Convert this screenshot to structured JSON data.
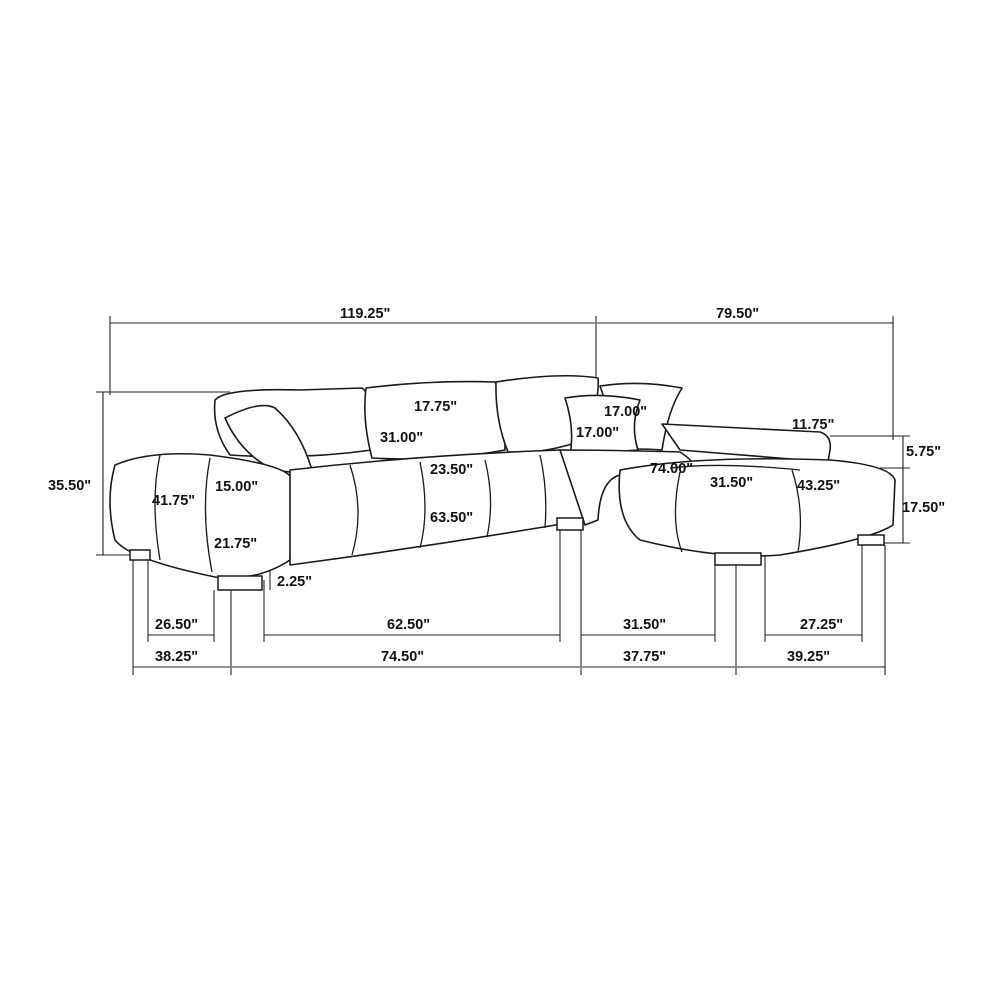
{
  "title": "Sectional sofa dimension diagram",
  "labels": {
    "overall_width": "119.25\"",
    "chaise_length": "79.50\"",
    "overall_height": "35.50\"",
    "back_cushion_height": "17.75\"",
    "back_cushion_width": "31.00\"",
    "pillow_height": "17.00\"",
    "pillow_width": "17.00\"",
    "arm_height_small": "11.75\"",
    "arm_offset": "5.75\"",
    "seat_depth": "23.50\"",
    "chaise_seat_length": "74.00\"",
    "chaise_seat_width": "31.50\"",
    "chaise_depth": "43.25\"",
    "arm_depth": "41.75\"",
    "arm_width": "15.00\"",
    "seat_height": "17.50\"",
    "seat_width": "63.50\"",
    "arm_height": "21.75\"",
    "leg_height": "2.25\"",
    "leg_span_arm": "26.50\"",
    "leg_span_main": "62.50\"",
    "leg_span_chaise": "31.50\"",
    "leg_span_chaise_end": "27.25\"",
    "arm_module_width": "38.25\"",
    "main_module_width": "74.50\"",
    "chaise_module_width": "37.75\"",
    "chaise_end_width": "39.25\""
  }
}
